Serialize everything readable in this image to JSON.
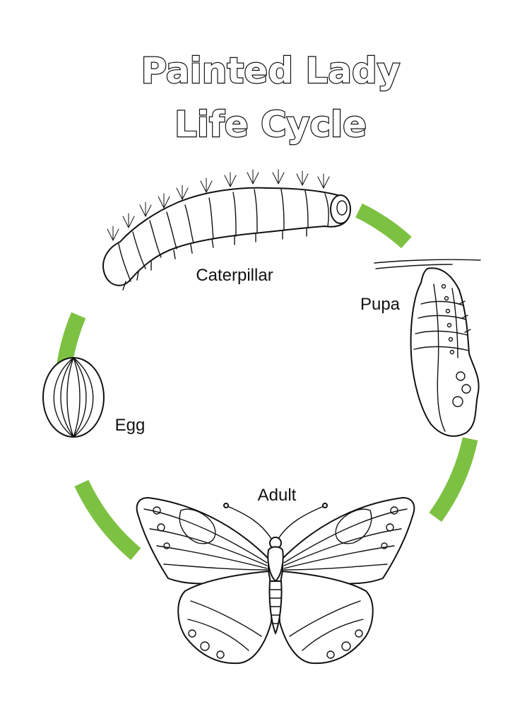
{
  "title": {
    "line1": "Painted Lady",
    "line2": "Life Cycle"
  },
  "stages": {
    "egg": "Egg",
    "caterpillar": "Caterpillar",
    "pupa": "Pupa",
    "adult": "Adult"
  },
  "colors": {
    "arrow": "#7dc142",
    "ink": "#111111",
    "background": "#ffffff"
  }
}
